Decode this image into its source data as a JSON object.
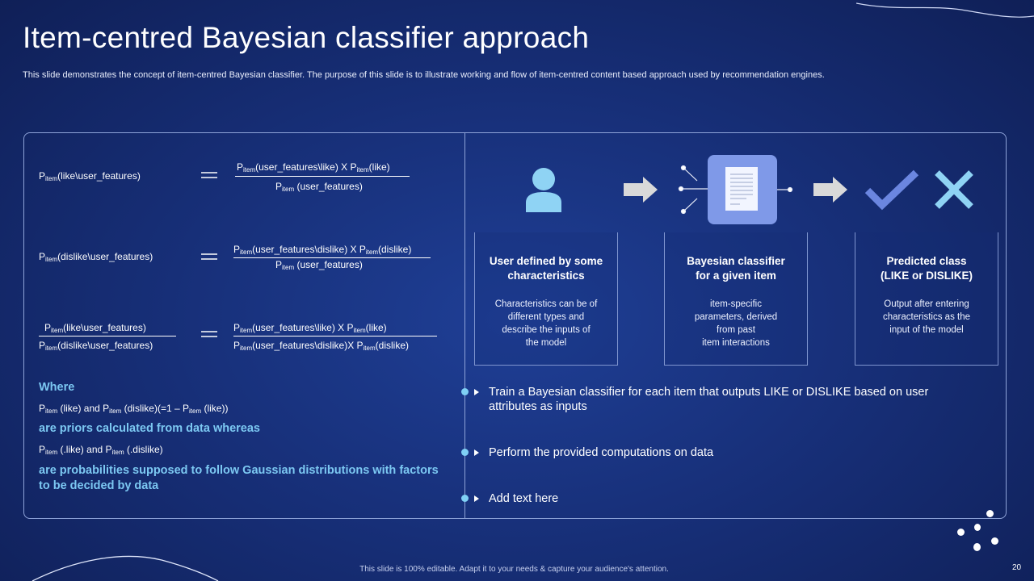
{
  "slide": {
    "title": "Item-centred Bayesian classifier approach",
    "subtitle": "This slide demonstrates the concept of item-centred Bayesian classifier. The purpose of this slide is to illustrate working and flow of item-centred content based approach used by recommendation engines.",
    "footer": "This slide is 100% editable. Adapt it to your needs & capture your audience's attention.",
    "page_number": "20"
  },
  "formulas": {
    "p": "P",
    "sub": "item",
    "f1": {
      "lhs": "(like\\user_features)",
      "num_a": "(user_features\\like) X P",
      "num_b": "(like)",
      "den": " (user_features)"
    },
    "f2": {
      "lhs": "(dislike\\user_features)",
      "num_a": "(user_features\\dislike) X P",
      "num_b": "(dislike)",
      "den": " (user_features)"
    },
    "f3": {
      "lhs_num": "(like\\user_features)",
      "lhs_den": "(dislike\\user_features)",
      "num_a": "(user_features\\like) X P",
      "num_b": "(like)",
      "den_a": "(user_features\\dislike)X P",
      "den_b": "(dislike)"
    }
  },
  "where": {
    "heading": "Where",
    "line1_a": " (like)   and P",
    "line1_b": " (dislike)(=1 – P",
    "line1_c": " (like))",
    "priors": "are priors calculated from data whereas",
    "line2_a": " (.like)   and P",
    "line2_b": " (.dislike)",
    "probabilities": "are probabilities supposed to follow Gaussian distributions with factors to be decided by data"
  },
  "steps": [
    {
      "title": "User defined by some\ncharacteristics",
      "text": "Characteristics can be of\ndifferent types and\ndescribe the inputs of\nthe model",
      "icon": "user-icon"
    },
    {
      "title": "Bayesian classifier\nfor a given item",
      "text": "item-specific\nparameters, derived\nfrom past\nitem interactions",
      "icon": "document-network-icon"
    },
    {
      "title": "Predicted class\n(LIKE or DISLIKE)",
      "text": "Output after entering\ncharacteristics as the\ninput of the model",
      "icon": "check-cross-icon"
    }
  ],
  "bullets": [
    "Train a Bayesian classifier for each item that outputs LIKE or DISLIKE based on user attributes as inputs",
    "Perform the provided computations on data",
    "Add text here"
  ],
  "colors": {
    "accent_cyan": "#7cc8f2",
    "icon_light_blue": "#8fd3f4",
    "icon_purple_blue": "#6b86e0",
    "doc_tile": "#7f99e8",
    "arrow_gray": "#d9d9d9"
  }
}
